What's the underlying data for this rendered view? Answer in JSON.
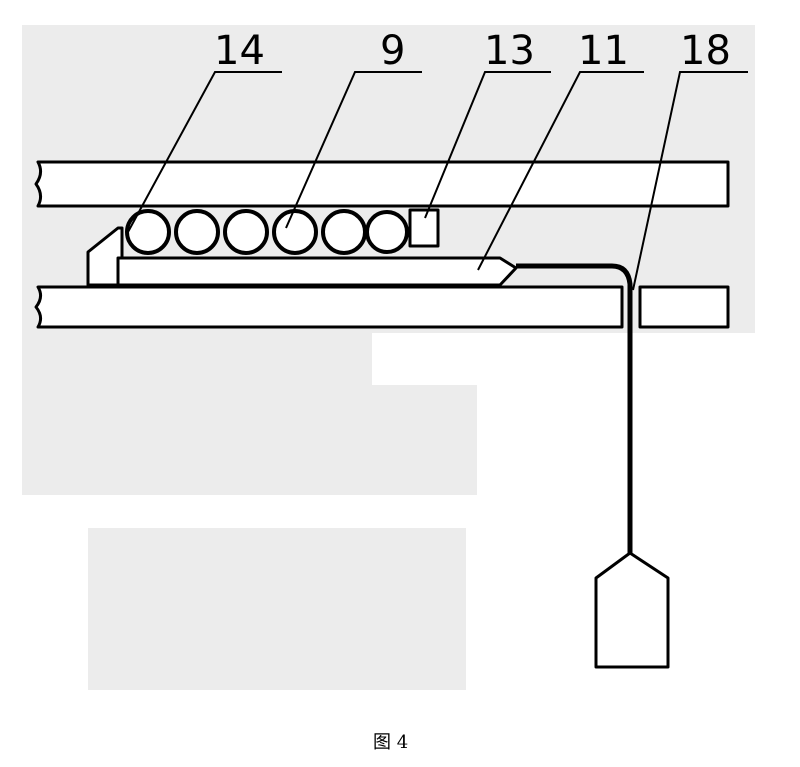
{
  "figure": {
    "caption": "图 4",
    "labels": {
      "part_14": "14",
      "part_9": "9",
      "part_13": "13",
      "part_11": "11",
      "part_18": "18"
    },
    "colors": {
      "line": "#000000",
      "background": "#ffffff",
      "shade": "#ececec"
    }
  }
}
